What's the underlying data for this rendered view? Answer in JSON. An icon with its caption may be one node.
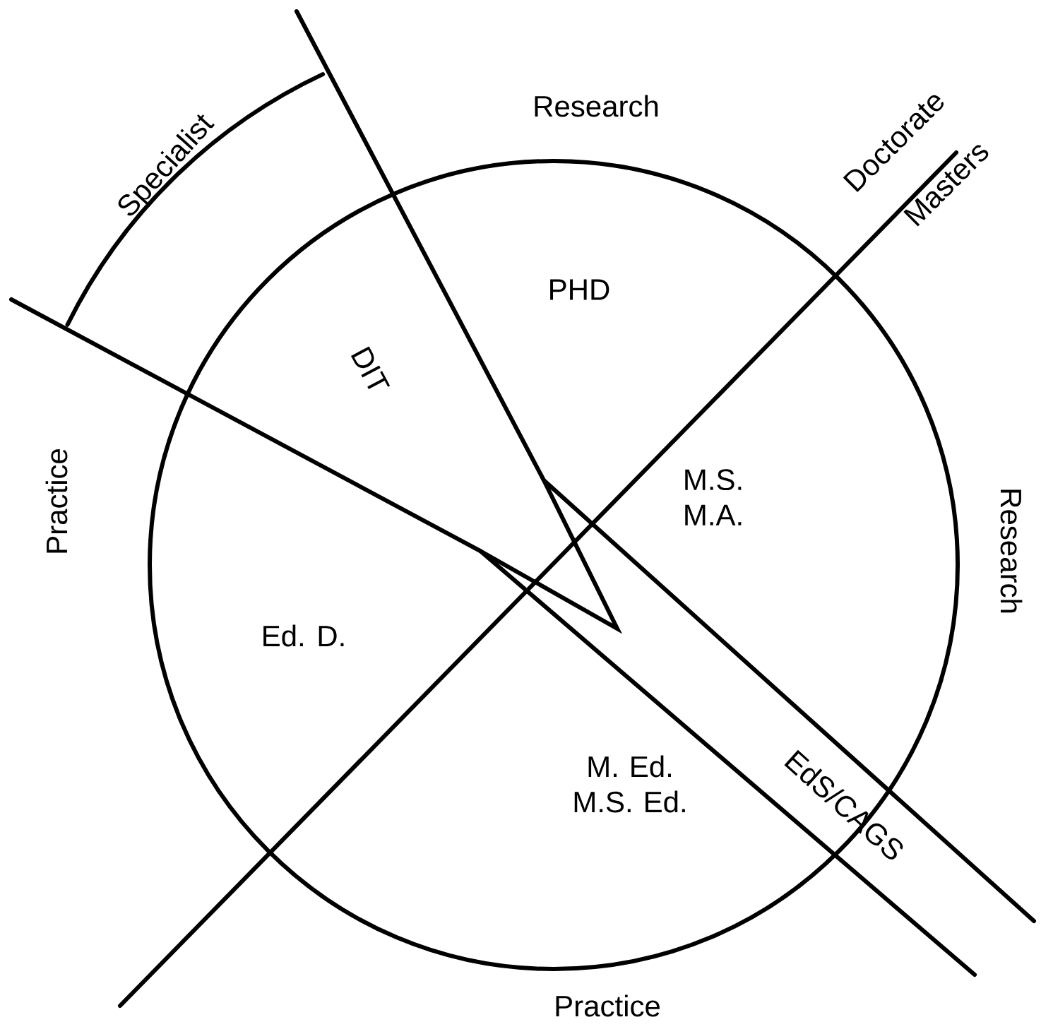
{
  "diagram": {
    "labels": [
      "Research",
      "Specialist",
      "Doctorate",
      "Masters",
      "PHD",
      "DIT",
      "Practice",
      "M.S. M.A.",
      "Research",
      "Ed. D.",
      "EdS/CAGS",
      "M. Ed. M.S. Ed.",
      "Practice"
    ]
  }
}
